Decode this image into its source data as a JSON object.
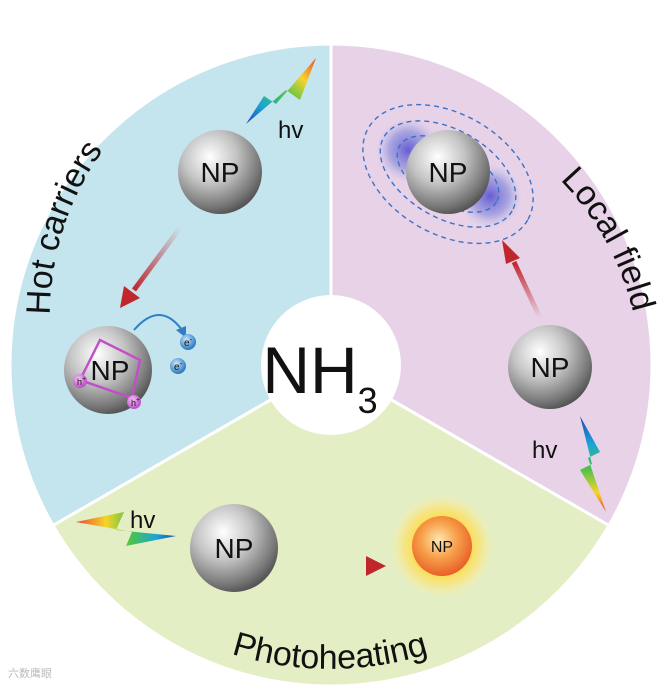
{
  "center": {
    "label": "NH",
    "subscript": "3"
  },
  "sectors": {
    "hot_carriers": {
      "title": "Hot carriers",
      "np_top": "NP",
      "np_bottom": "NP",
      "hv": "hv",
      "electron": "e",
      "electron_sup": "-",
      "hole": "h",
      "hole_sup": "+"
    },
    "local_field": {
      "title": "Local field",
      "np_top": "NP",
      "np_bottom": "NP",
      "hv": "hv"
    },
    "photoheating": {
      "title": "Photoheating",
      "np_left": "NP",
      "np_hot": "NP",
      "hv": "hv"
    }
  },
  "colors": {
    "hot_carriers_bg": "#c4e4ee",
    "local_field_bg": "#e8d2e8",
    "photoheating_bg": "#e4eec4",
    "arrow": "#c0262c",
    "hole": "#d070d8",
    "electron": "#3a8ed0"
  },
  "watermark": "六数鹰眼"
}
